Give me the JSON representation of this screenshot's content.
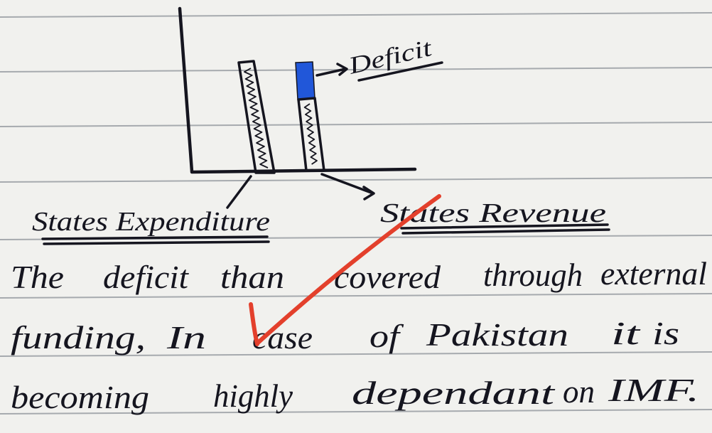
{
  "colors": {
    "paper": "#f1f1ee",
    "rule": "#8e9399",
    "ink": "#15151f",
    "deficit_fill": "#2157d9",
    "red_pen": "#e3402c"
  },
  "diagram": {
    "deficit_label": "Deficit",
    "expenditure_label": "States Expenditure",
    "revenue_label": "States Revenue"
  },
  "paragraph": {
    "lines": [
      [
        "The",
        "deficit",
        "than",
        "covered",
        "through",
        "external"
      ],
      [
        "funding,",
        "In",
        "case",
        "of",
        "Pakistan",
        "it",
        "is"
      ],
      [
        "becoming",
        "highly",
        "dependant",
        "on",
        "IMF."
      ]
    ]
  }
}
